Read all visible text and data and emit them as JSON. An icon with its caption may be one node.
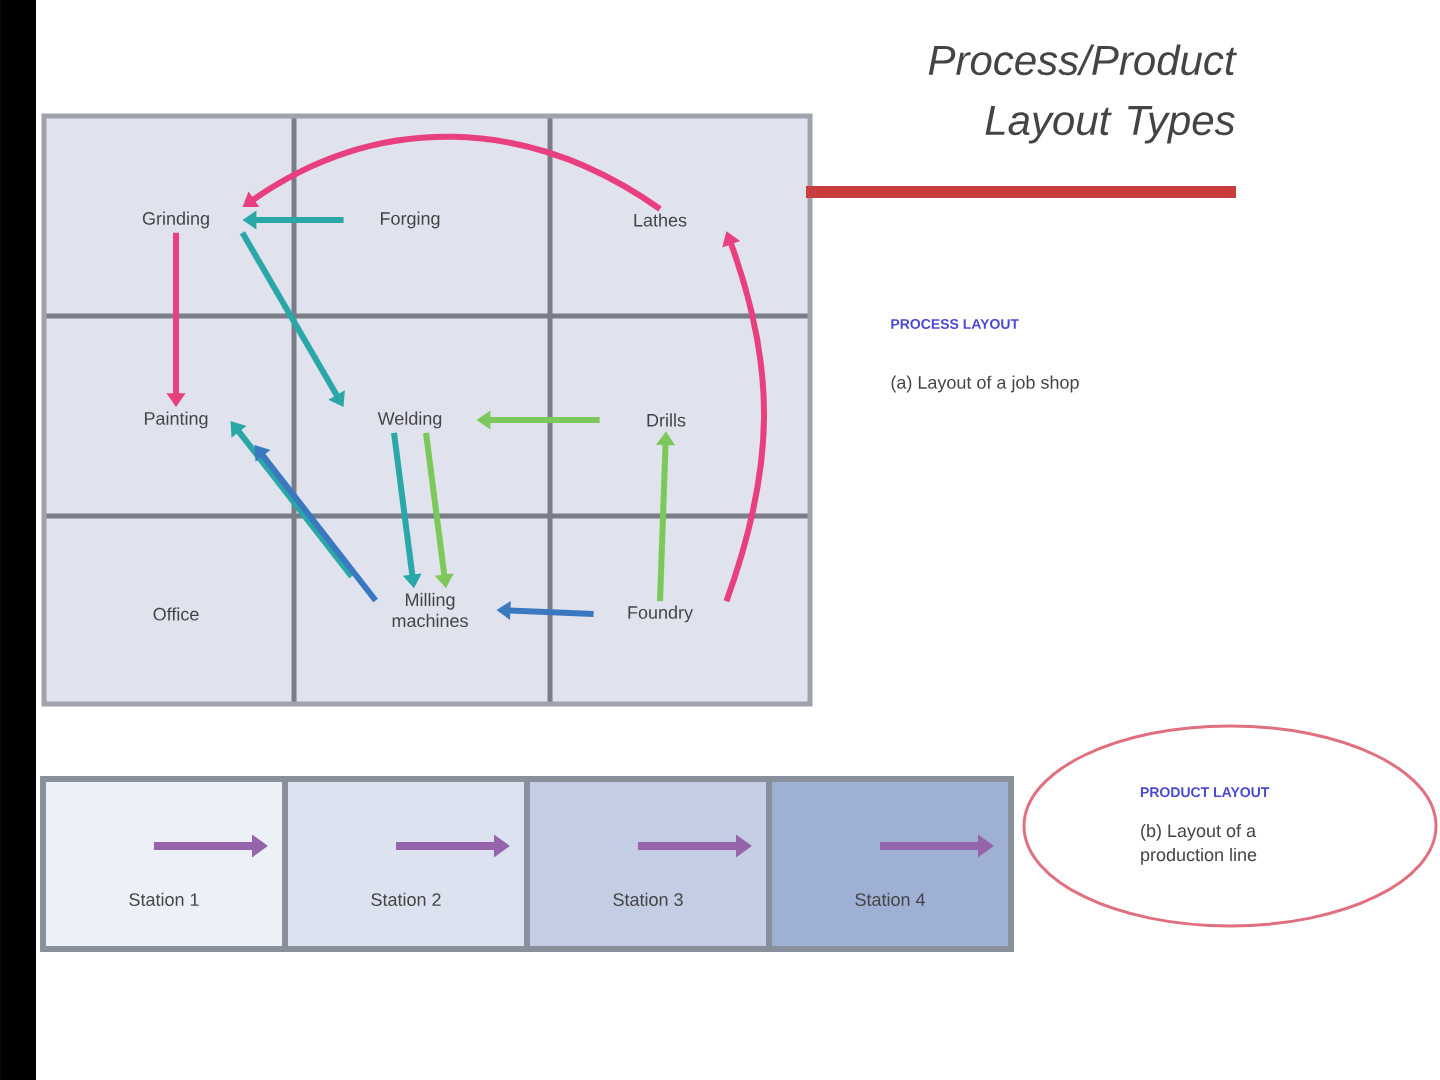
{
  "diagram": {
    "title": "Process/Product Layout Types",
    "nodes": [
      {
        "text": [
          "Grinding"
        ]
      },
      {
        "text": [
          "Forging"
        ]
      },
      {
        "text": [
          "Lathes"
        ]
      },
      {
        "text": [
          "Painting"
        ]
      },
      {
        "text": [
          "Welding"
        ]
      },
      {
        "text": [
          "Drills"
        ]
      },
      {
        "text": [
          "Office"
        ]
      },
      {
        "text": [
          "Milling machines"
        ]
      },
      {
        "text": [
          "Foundry"
        ]
      },
      {
        "text": [
          "Station 1"
        ]
      },
      {
        "text": [
          "Station 2"
        ]
      },
      {
        "text": [
          "Station 3"
        ]
      },
      {
        "text": [
          "Station 4"
        ]
      },
      {
        "text": [
          "PRODUCT LAYOUT",
          "(b) Layout of a production line"
        ]
      }
    ],
    "edges": [
      {
        "from": 2,
        "to": 0,
        "arrow": "to",
        "color": "#e8407f"
      },
      {
        "from": 1,
        "to": 0,
        "arrow": "to"
      },
      {
        "from": 0,
        "to": 3,
        "arrow": "to",
        "color": "#e8407f"
      },
      {
        "from": 0,
        "to": 4,
        "arrow": "to"
      },
      {
        "from": 5,
        "to": 4,
        "arrow": "to",
        "color": "#7cc85a"
      },
      {
        "from": 4,
        "to": 7,
        "arrow": "to"
      },
      {
        "from": 4,
        "to": 7,
        "arrow": "to",
        "color": "#7cc85a"
      },
      {
        "from": 8,
        "to": 5,
        "arrow": "to",
        "color": "#7cc85a"
      },
      {
        "from": 8,
        "to": 2,
        "arrow": "to",
        "color": "#e8407f"
      },
      {
        "from": 8,
        "to": 7,
        "arrow": "to",
        "color": "#3a78c0"
      },
      {
        "from": 7,
        "to": 3,
        "arrow": "to"
      },
      {
        "from": 7,
        "to": 3,
        "arrow": "to",
        "color": "#3a78c0"
      }
    ],
    "labels": [
      "PROCESS LAYOUT",
      "(a) Layout of a job shop"
    ]
  }
}
